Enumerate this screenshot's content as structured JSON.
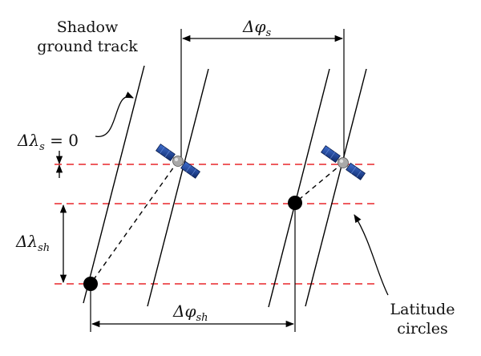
{
  "labels": {
    "shadow_line1": "Shadow",
    "shadow_line2": "ground track",
    "latitude_line1": "Latitude",
    "latitude_line2": "circles"
  },
  "symbols": {
    "delta_phi_s": {
      "main": "Δφ",
      "sub": "s"
    },
    "delta_phi_sh": {
      "main": "Δφ",
      "sub": "sh"
    },
    "delta_lambda_s": {
      "main": "Δλ",
      "sub": "s",
      "suffix": " = 0"
    },
    "delta_lambda_sh": {
      "main": "Δλ",
      "sub": "sh"
    }
  },
  "icons": {
    "satellite": "satellite-icon",
    "shadow_point": "shadow-point-icon"
  },
  "colors": {
    "latitude_circle": "#e8262a",
    "line": "#000000",
    "satellite_panel": "#1d3f8f",
    "satellite_body": "#9a9a9a"
  }
}
